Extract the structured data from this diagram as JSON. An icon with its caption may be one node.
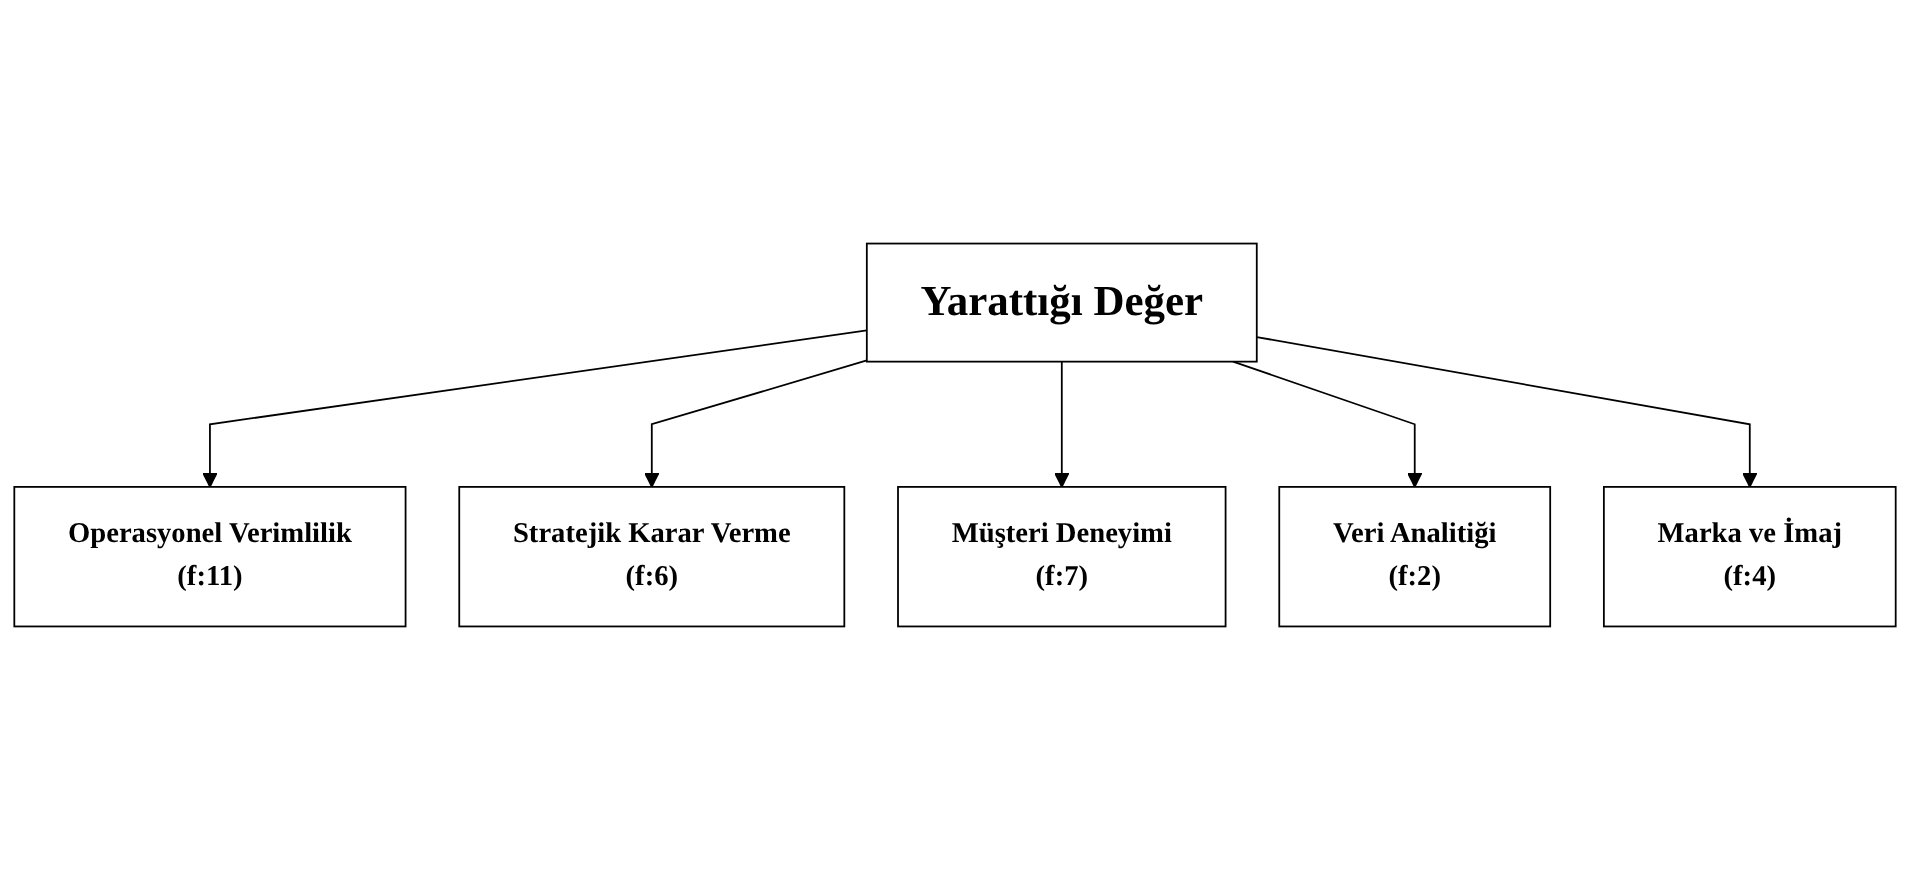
{
  "diagram": {
    "nodes": [
      {
        "text": [
          "Yarattığı Değer"
        ]
      },
      {
        "text": [
          "Operasyonel Verimlilik",
          "(f:11)"
        ]
      },
      {
        "text": [
          "Müşteri Deneyimi",
          "(f:7)"
        ]
      },
      {
        "text": [
          "Marka ve İmaj",
          "(f:4)"
        ]
      },
      {
        "text": [
          "Stratejik Karar Verme",
          "(f:6)"
        ]
      },
      {
        "text": [
          "Veri Analitiği",
          "(f:2)"
        ]
      }
    ],
    "edges": [
      {
        "from": 0,
        "to": 1,
        "arrow": "to"
      },
      {
        "from": 0,
        "to": 4,
        "arrow": "to"
      },
      {
        "from": 0,
        "to": 2,
        "arrow": "to"
      },
      {
        "from": 0,
        "to": 5,
        "arrow": "to"
      },
      {
        "from": 0,
        "to": 3,
        "arrow": "to"
      }
    ]
  }
}
